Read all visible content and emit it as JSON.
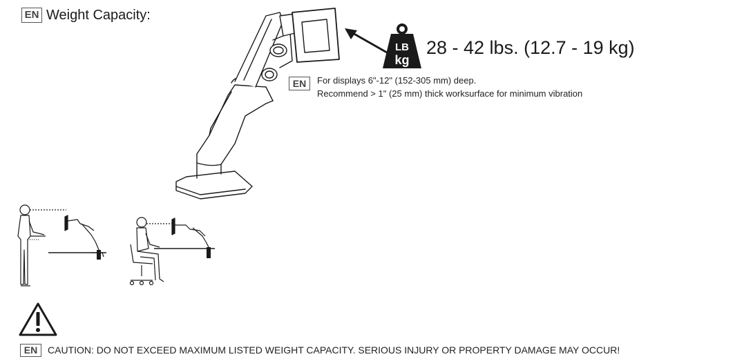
{
  "header": {
    "language_badge": "EN",
    "title": "Weight Capacity:"
  },
  "capacity": {
    "icon": "weight-icon",
    "icon_label_top": "LB",
    "icon_label_bottom": "kg",
    "value": "28 - 42 lbs. (12.7 - 19 kg)"
  },
  "note": {
    "language_badge": "EN",
    "lines": [
      "For displays 6\"-12\" (152-305 mm) deep.",
      "Recommend > 1\" (25 mm) thick worksurface for minimum vibration"
    ]
  },
  "caution": {
    "icon": "warning-icon",
    "language_badge": "EN",
    "text": "CAUTION:  DO NOT EXCEED MAXIMUM LISTED WEIGHT CAPACITY. SERIOUS INJURY OR PROPERTY DAMAGE MAY OCCUR!"
  },
  "colors": {
    "ink": "#1a1a1a",
    "badge_border": "#555555",
    "background": "#ffffff"
  }
}
